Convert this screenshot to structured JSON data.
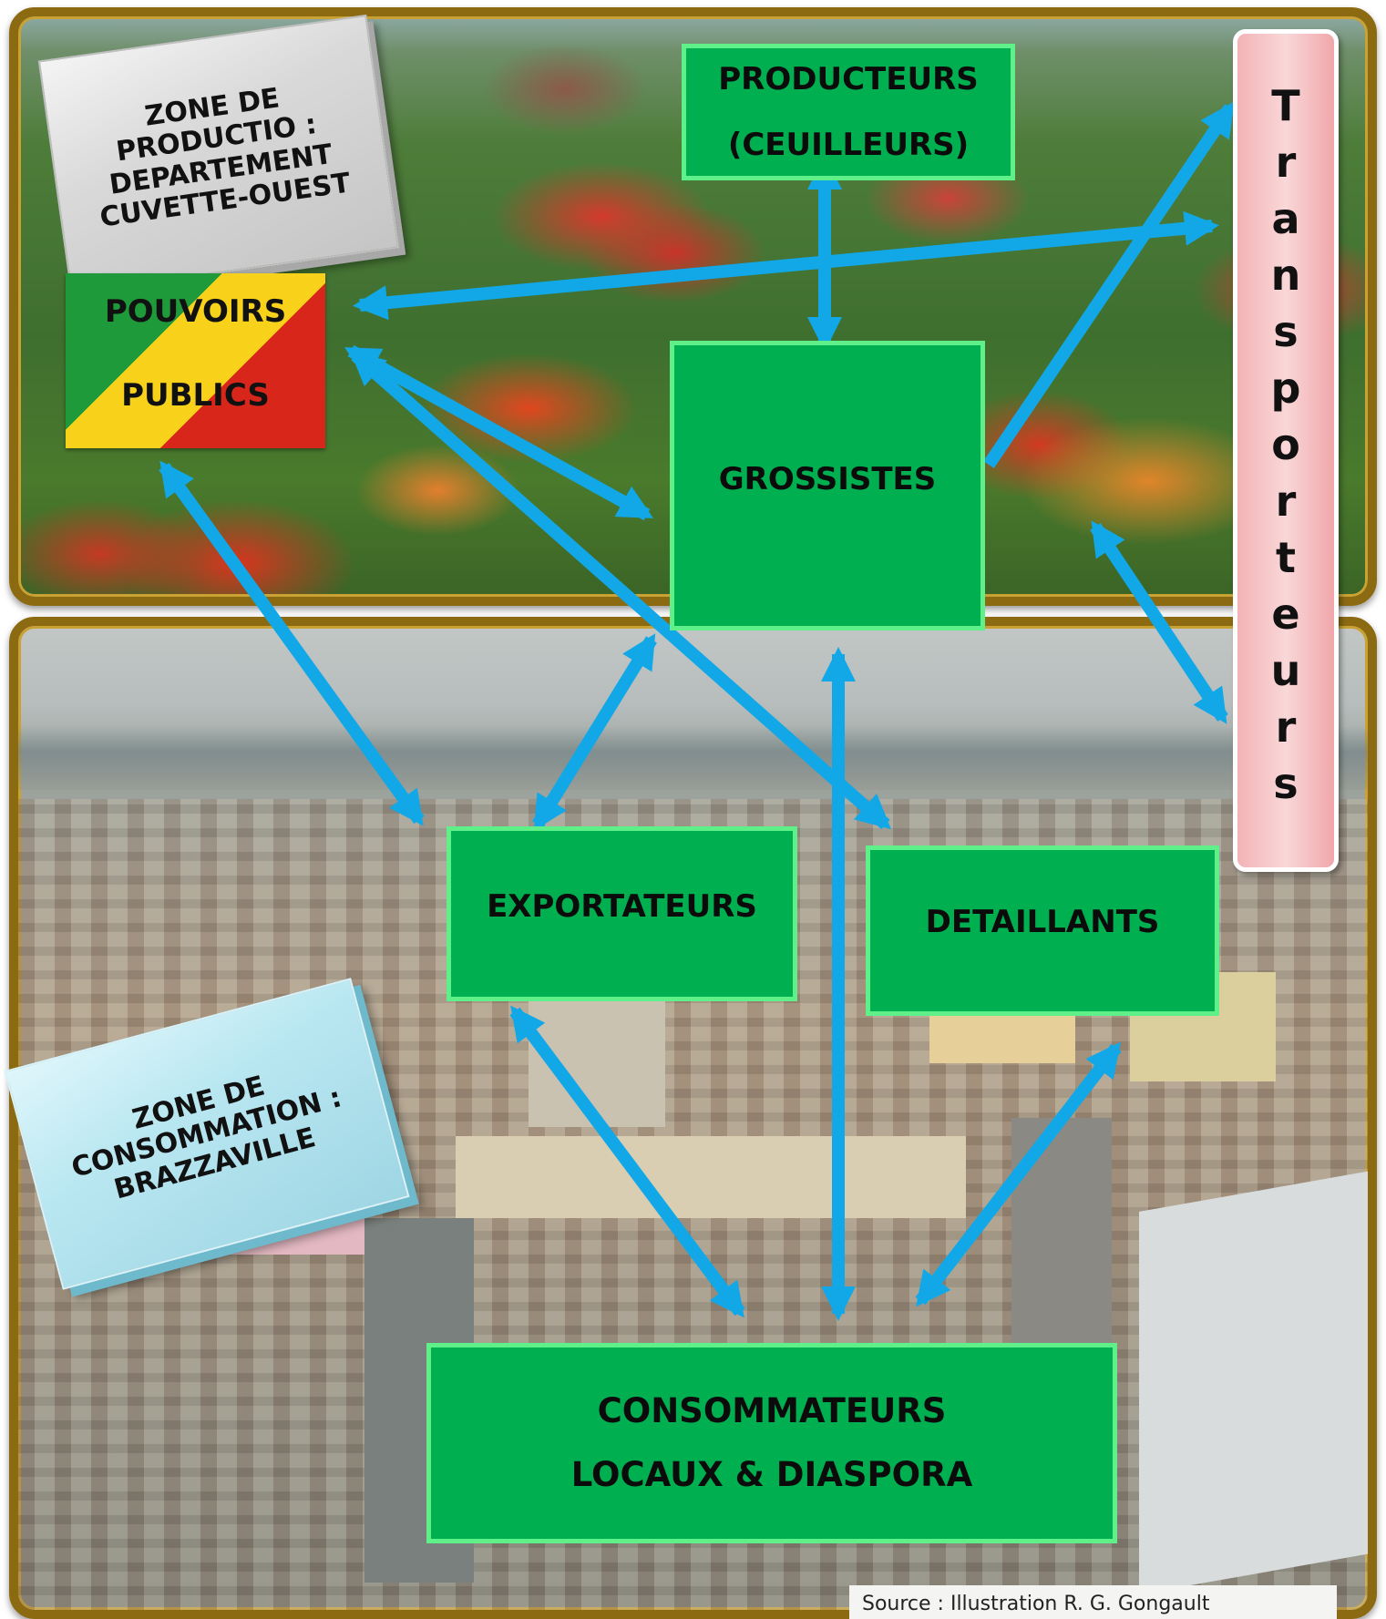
{
  "zones": {
    "production": [
      "ZONE DE",
      "PRODUCTIO :",
      "DEPARTEMENT",
      "CUVETTE-OUEST"
    ],
    "consumption": [
      "ZONE DE",
      "CONSOMMATION :",
      "BRAZZAVILLE"
    ]
  },
  "nodes": {
    "producteurs": [
      "PRODUCTEURS",
      "(CEUILLEURS)"
    ],
    "pouvoirs": [
      "POUVOIRS",
      "PUBLICS"
    ],
    "grossistes": "GROSSISTES",
    "exportateurs": "EXPORTATEURS",
    "detaillants": "DETAILLANTS",
    "consommateurs": [
      "CONSOMMATEURS",
      "LOCAUX & DIASPORA"
    ],
    "transporteurs": [
      "T",
      "r",
      "a",
      "n",
      "s",
      "p",
      "o",
      "r",
      "t",
      "e",
      "u",
      "r",
      "s"
    ]
  },
  "source": "Source :  Illustration R. G. Gongault",
  "colors": {
    "node_fill": "#00b050",
    "node_border": "#5ff08a",
    "arrow": "#12a8e8",
    "frame": "#8b6a12",
    "transporteurs_fill": "#f7c3c6"
  }
}
